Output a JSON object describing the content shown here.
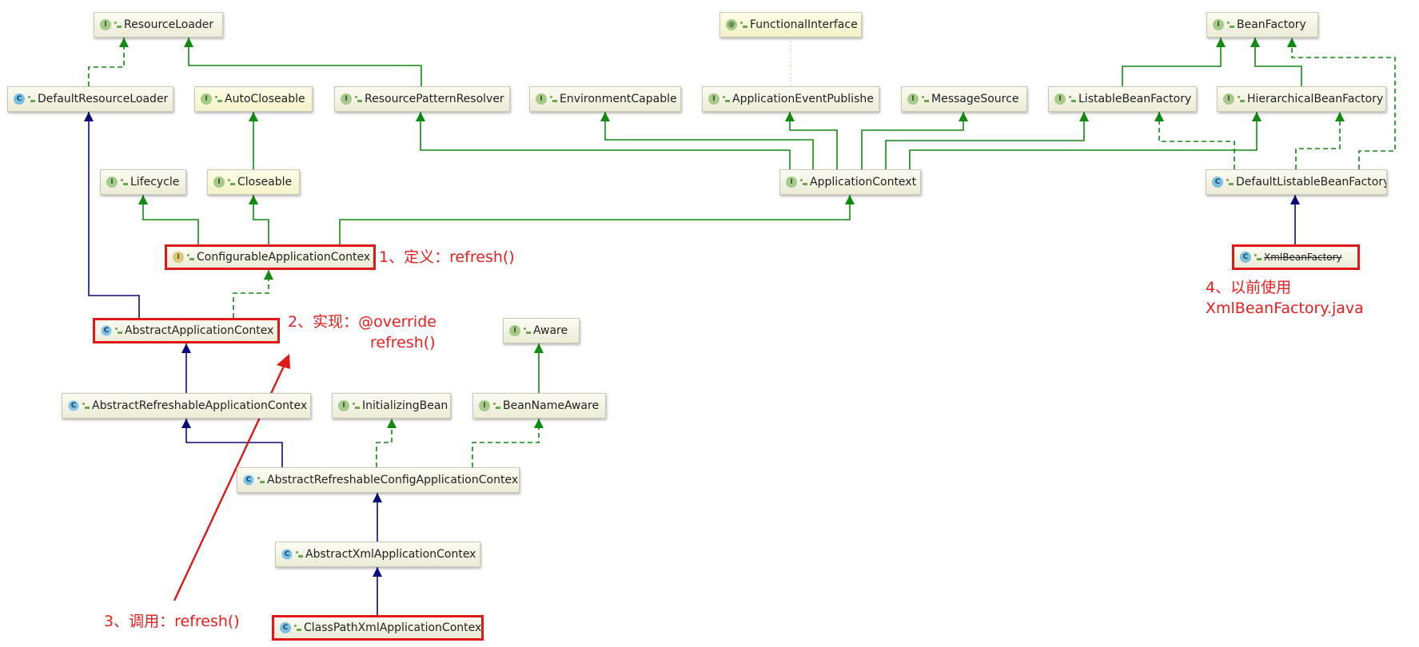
{
  "colors": {
    "extends": "#0b0b7a",
    "implements": "#118a11",
    "highlight": "#e01818",
    "note": "#ee1c1c"
  },
  "nodes": [
    {
      "id": "resourceloader",
      "label": "ResourceLoader",
      "kind": "interface",
      "badge": "I"
    },
    {
      "id": "functionalinterface",
      "label": "FunctionalInterface",
      "kind": "annotation",
      "badge": "@"
    },
    {
      "id": "beanfactory",
      "label": "BeanFactory",
      "kind": "interface",
      "badge": "I"
    },
    {
      "id": "defaultresourceloader",
      "label": "DefaultResourceLoader",
      "kind": "class",
      "badge": "C"
    },
    {
      "id": "autocloseable",
      "label": "AutoCloseable",
      "kind": "interface",
      "badge": "I"
    },
    {
      "id": "resourcepatternresolver",
      "label": "ResourcePatternResolver",
      "kind": "interface",
      "badge": "I"
    },
    {
      "id": "environmentcapable",
      "label": "EnvironmentCapable",
      "kind": "interface",
      "badge": "I"
    },
    {
      "id": "applicationeventpublisher",
      "label": "ApplicationEventPublishe",
      "kind": "interface",
      "badge": "I"
    },
    {
      "id": "messagesource",
      "label": "MessageSource",
      "kind": "interface",
      "badge": "I"
    },
    {
      "id": "listablebeanfactory",
      "label": "ListableBeanFactory",
      "kind": "interface",
      "badge": "I"
    },
    {
      "id": "hierarchicalbeanfactory",
      "label": "HierarchicalBeanFactory",
      "kind": "interface",
      "badge": "I"
    },
    {
      "id": "lifecycle",
      "label": "Lifecycle",
      "kind": "interface",
      "badge": "I"
    },
    {
      "id": "closeable",
      "label": "Closeable",
      "kind": "interface",
      "badge": "I"
    },
    {
      "id": "applicationcontext",
      "label": "ApplicationContext",
      "kind": "interface",
      "badge": "I"
    },
    {
      "id": "defaultlistablebeanfactory",
      "label": "DefaultListableBeanFactory",
      "kind": "class",
      "badge": "C"
    },
    {
      "id": "configurableapplicationcontext",
      "label": "ConfigurableApplicationContex",
      "kind": "interface",
      "badge": "I"
    },
    {
      "id": "xmlbeanfactory",
      "label": "XmlBeanFactory",
      "kind": "class",
      "badge": "C"
    },
    {
      "id": "abstractapplicationcontext",
      "label": "AbstractApplicationContex",
      "kind": "abstract",
      "badge": "C"
    },
    {
      "id": "aware",
      "label": "Aware",
      "kind": "interface",
      "badge": "I"
    },
    {
      "id": "abstractrefreshableapplicationcontext",
      "label": "AbstractRefreshableApplicationContex",
      "kind": "abstract",
      "badge": "C"
    },
    {
      "id": "initializingbean",
      "label": "InitializingBean",
      "kind": "interface",
      "badge": "I"
    },
    {
      "id": "beannameaware",
      "label": "BeanNameAware",
      "kind": "interface",
      "badge": "I"
    },
    {
      "id": "abstractrefreshableconfigapplicationcontext",
      "label": "AbstractRefreshableConfigApplicationContex",
      "kind": "abstract",
      "badge": "C"
    },
    {
      "id": "abstractxmlapplicationcontext",
      "label": "AbstractXmlApplicationContex",
      "kind": "abstract",
      "badge": "C"
    },
    {
      "id": "classpathxmlapplicationcontext",
      "label": "ClassPathXmlApplicationContex",
      "kind": "class",
      "badge": "C"
    }
  ],
  "annotations": {
    "note1": "1、定义：refresh()",
    "note2_line1": "2、实现：@override",
    "note2_line2": "refresh()",
    "note3": "3、调用：refresh()",
    "note4_line1": "4、以前使用",
    "note4_line2": "XmlBeanFactory.java"
  }
}
